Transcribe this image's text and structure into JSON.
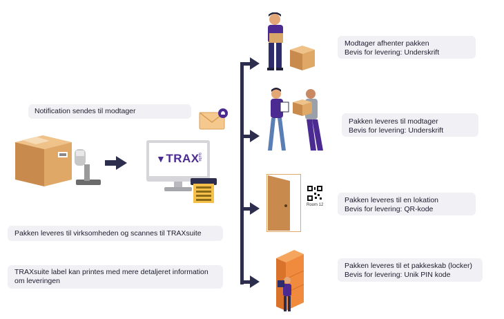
{
  "left": {
    "notification": "Notification sendes til modtager",
    "scan_line": "Pakken leveres til virksomheden og scannes til TRAXsuite",
    "label_line1": "TRAXsuite label kan printes med mere detaljeret information",
    "label_line2": "om leveringen",
    "logo_text": "TRAX",
    "logo_sub": "suite"
  },
  "branches": [
    {
      "line1": "Modtager afhenter pakken",
      "line2": "Bevis for levering: Underskrift"
    },
    {
      "line1": "Pakken leveres til modtager",
      "line2": "Bevis for levering: Underskrift"
    },
    {
      "line1": "Pakken leveres til en lokation",
      "line2": "Bevis for levering: QR-kode"
    },
    {
      "line1": "Pakken leveres til et pakkeskab (locker)",
      "line2": "Bevis for levering: Unik PIN kode"
    }
  ],
  "qr_caption": "Room 12",
  "colors": {
    "purple": "#4b2a91",
    "navy": "#2d2d4d",
    "box": "#d9a66a",
    "orange": "#f08a3c"
  }
}
